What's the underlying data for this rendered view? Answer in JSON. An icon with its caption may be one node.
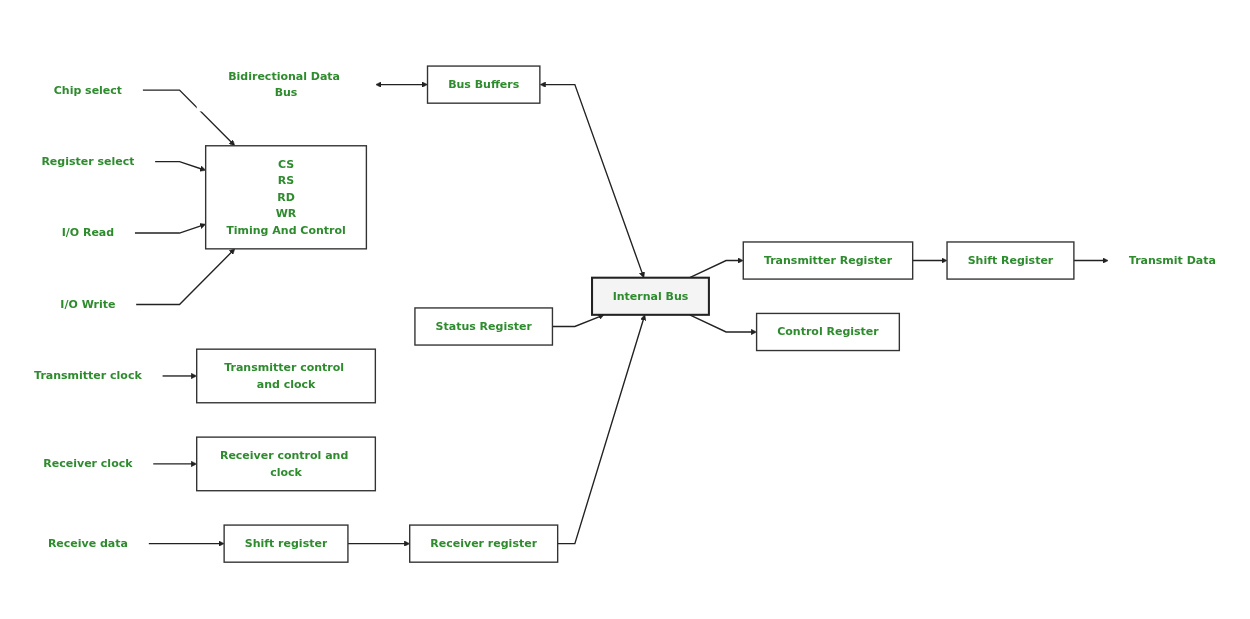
{
  "diagram": {
    "nodes": [
      {
        "text": [
          "Bidirectional Data Bus"
        ]
      },
      {
        "text": [
          "Bus Buffers"
        ]
      },
      {
        "text": [
          "Internal Bus"
        ]
      },
      {
        "text": [
          "Transmitter Register"
        ]
      },
      {
        "text": [
          "Shift Register"
        ]
      },
      {
        "text": [
          "Transmit Data"
        ]
      },
      {
        "text": [
          "Chip select"
        ]
      },
      {
        "text": [
          "Register select"
        ]
      },
      {
        "text": [
          "I/O Read"
        ]
      },
      {
        "text": [
          "I/O Write"
        ]
      },
      {
        "text": [
          "CS",
          "RS",
          "RD",
          "WR",
          "Timing And Control"
        ]
      },
      {
        "text": [
          "Control Register"
        ]
      },
      {
        "text": [
          "Transmitter control and clock"
        ]
      },
      {
        "text": [
          "Transmitter clock"
        ]
      },
      {
        "text": [
          "Status Register"
        ]
      },
      {
        "text": [
          "Receiver control and clock"
        ]
      },
      {
        "text": [
          "Receiver clock"
        ]
      },
      {
        "text": [
          "Receiver register"
        ]
      },
      {
        "text": [
          "Shift register"
        ]
      },
      {
        "text": [
          "Receive data"
        ]
      }
    ],
    "edges": [
      {
        "from": 0,
        "to": 1,
        "arrow": "both"
      },
      {
        "from": 1,
        "to": 2,
        "arrow": "both"
      },
      {
        "from": 2,
        "to": 3,
        "arrow": "to"
      },
      {
        "from": 3,
        "to": 4,
        "arrow": "to"
      },
      {
        "from": 4,
        "to": 5,
        "arrow": "to"
      },
      {
        "from": 6,
        "to": 10,
        "arrow": "to"
      },
      {
        "from": 7,
        "to": 10,
        "arrow": "to"
      },
      {
        "from": 8,
        "to": 10,
        "arrow": "to"
      },
      {
        "from": 9,
        "to": 10,
        "arrow": "to"
      },
      {
        "from": 2,
        "to": 11,
        "arrow": "to"
      },
      {
        "from": 13,
        "to": 12,
        "arrow": "to"
      },
      {
        "from": 14,
        "to": 2,
        "arrow": "to"
      },
      {
        "from": 16,
        "to": 15,
        "arrow": "to"
      },
      {
        "from": 19,
        "to": 18,
        "arrow": "to"
      },
      {
        "from": 18,
        "to": 17,
        "arrow": "to"
      },
      {
        "from": 17,
        "to": 2,
        "arrow": "to"
      }
    ]
  }
}
